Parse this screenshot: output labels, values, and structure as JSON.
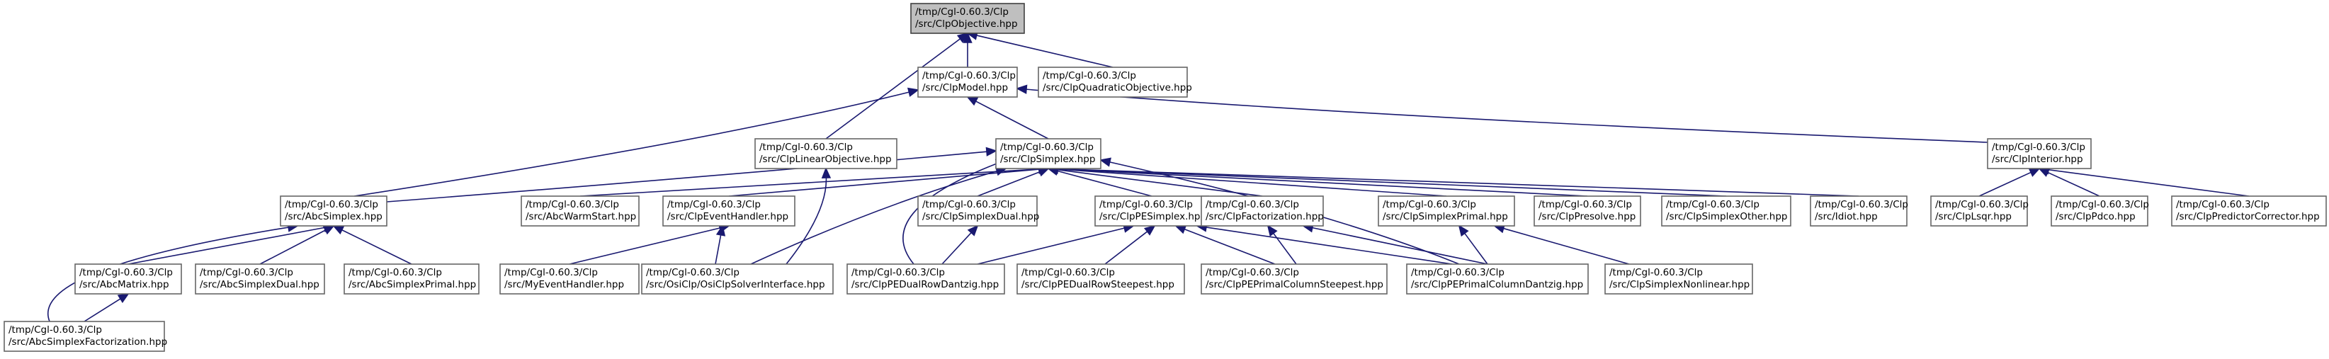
{
  "graph": {
    "title": "",
    "colors": {
      "edge": "#191970",
      "node_border": "#666666",
      "root_fill": "#bfbfbf",
      "node_fill": "#ffffff"
    },
    "nodes": [
      {
        "id": "clpobjective",
        "lines": [
          "/tmp/Cgl-0.60.3/Clp",
          "/src/ClpObjective.hpp"
        ],
        "root": true
      },
      {
        "id": "clpmodel",
        "lines": [
          "/tmp/Cgl-0.60.3/Clp",
          "/src/ClpModel.hpp"
        ]
      },
      {
        "id": "clpquadraticobjective",
        "lines": [
          "/tmp/Cgl-0.60.3/Clp",
          "/src/ClpQuadraticObjective.hpp"
        ]
      },
      {
        "id": "clplinearobjective",
        "lines": [
          "/tmp/Cgl-0.60.3/Clp",
          "/src/ClpLinearObjective.hpp"
        ]
      },
      {
        "id": "clpsimplex",
        "lines": [
          "/tmp/Cgl-0.60.3/Clp",
          "/src/ClpSimplex.hpp"
        ]
      },
      {
        "id": "clpinterior",
        "lines": [
          "/tmp/Cgl-0.60.3/Clp",
          "/src/ClpInterior.hpp"
        ]
      },
      {
        "id": "abcsimplex",
        "lines": [
          "/tmp/Cgl-0.60.3/Clp",
          "/src/AbcSimplex.hpp"
        ]
      },
      {
        "id": "abcwarmstart",
        "lines": [
          "/tmp/Cgl-0.60.3/Clp",
          "/src/AbcWarmStart.hpp"
        ]
      },
      {
        "id": "clpeventhandler",
        "lines": [
          "/tmp/Cgl-0.60.3/Clp",
          "/src/ClpEventHandler.hpp"
        ]
      },
      {
        "id": "clpsimplexdual",
        "lines": [
          "/tmp/Cgl-0.60.3/Clp",
          "/src/ClpSimplexDual.hpp"
        ]
      },
      {
        "id": "clppesimplex",
        "lines": [
          "/tmp/Cgl-0.60.3/Clp",
          "/src/ClpPESimplex.hpp"
        ]
      },
      {
        "id": "clpfactorization",
        "lines": [
          "/tmp/Cgl-0.60.3/Clp",
          "/src/ClpFactorization.hpp"
        ]
      },
      {
        "id": "clpsimplexprimal",
        "lines": [
          "/tmp/Cgl-0.60.3/Clp",
          "/src/ClpSimplexPrimal.hpp"
        ]
      },
      {
        "id": "clppresolve",
        "lines": [
          "/tmp/Cgl-0.60.3/Clp",
          "/src/ClpPresolve.hpp"
        ]
      },
      {
        "id": "clpsimplexother",
        "lines": [
          "/tmp/Cgl-0.60.3/Clp",
          "/src/ClpSimplexOther.hpp"
        ]
      },
      {
        "id": "idiot",
        "lines": [
          "/tmp/Cgl-0.60.3/Clp",
          "/src/Idiot.hpp"
        ]
      },
      {
        "id": "clplsqr",
        "lines": [
          "/tmp/Cgl-0.60.3/Clp",
          "/src/ClpLsqr.hpp"
        ]
      },
      {
        "id": "clppdco",
        "lines": [
          "/tmp/Cgl-0.60.3/Clp",
          "/src/ClpPdco.hpp"
        ]
      },
      {
        "id": "clppredictorcorrector",
        "lines": [
          "/tmp/Cgl-0.60.3/Clp",
          "/src/ClpPredictorCorrector.hpp"
        ]
      },
      {
        "id": "abcmatrix",
        "lines": [
          "/tmp/Cgl-0.60.3/Clp",
          "/src/AbcMatrix.hpp"
        ]
      },
      {
        "id": "abcsimplexdual",
        "lines": [
          "/tmp/Cgl-0.60.3/Clp",
          "/src/AbcSimplexDual.hpp"
        ]
      },
      {
        "id": "abcsimplexprimal",
        "lines": [
          "/tmp/Cgl-0.60.3/Clp",
          "/src/AbcSimplexPrimal.hpp"
        ]
      },
      {
        "id": "myeventhandler",
        "lines": [
          "/tmp/Cgl-0.60.3/Clp",
          "/src/MyEventHandler.hpp"
        ]
      },
      {
        "id": "osiclpsolverinterface",
        "lines": [
          "/tmp/Cgl-0.60.3/Clp",
          "/src/OsiClp/OsiClpSolverInterface.hpp"
        ]
      },
      {
        "id": "clpdedualrowdantzig",
        "lines": [
          "/tmp/Cgl-0.60.3/Clp",
          "/src/ClpPEDualRowDantzig.hpp"
        ]
      },
      {
        "id": "clpdedualrowsteepest",
        "lines": [
          "/tmp/Cgl-0.60.3/Clp",
          "/src/ClpPEDualRowSteepest.hpp"
        ]
      },
      {
        "id": "clpeprimalcolumnsteepest",
        "lines": [
          "/tmp/Cgl-0.60.3/Clp",
          "/src/ClpPEPrimalColumnSteepest.hpp"
        ]
      },
      {
        "id": "clpeprimalcolumndantzig",
        "lines": [
          "/tmp/Cgl-0.60.3/Clp",
          "/src/ClpPEPrimalColumnDantzig.hpp"
        ]
      },
      {
        "id": "clpsimplexnonlinear",
        "lines": [
          "/tmp/Cgl-0.60.3/Clp",
          "/src/ClpSimplexNonlinear.hpp"
        ]
      },
      {
        "id": "abcsimplexfactorization",
        "lines": [
          "/tmp/Cgl-0.60.3/Clp",
          "/src/AbcSimplexFactorization.hpp"
        ]
      }
    ],
    "edges": [
      [
        "clpmodel",
        "clpobjective"
      ],
      [
        "clpquadraticobjective",
        "clpobjective"
      ],
      [
        "clplinearobjective",
        "clpobjective"
      ],
      [
        "clpsimplex",
        "clpmodel"
      ],
      [
        "clpinterior",
        "clpmodel"
      ],
      [
        "abcsimplex",
        "clpmodel"
      ],
      [
        "osiclpsolverinterface",
        "clplinearobjective"
      ],
      [
        "abcsimplex",
        "clpsimplex"
      ],
      [
        "abcwarmstart",
        "clpsimplex"
      ],
      [
        "clpeventhandler",
        "clpsimplex"
      ],
      [
        "clpsimplexdual",
        "clpsimplex"
      ],
      [
        "clppesimplex",
        "clpsimplex"
      ],
      [
        "clpfactorization",
        "clpsimplex"
      ],
      [
        "clpsimplexprimal",
        "clpsimplex"
      ],
      [
        "clppresolve",
        "clpsimplex"
      ],
      [
        "clpsimplexother",
        "clpsimplex"
      ],
      [
        "idiot",
        "clpsimplex"
      ],
      [
        "osiclpsolverinterface",
        "clpsimplex"
      ],
      [
        "clpdedualrowdantzig",
        "clpsimplex"
      ],
      [
        "clpeprimalcolumndantzig",
        "clpsimplex"
      ],
      [
        "clplsqr",
        "clpinterior"
      ],
      [
        "clppdco",
        "clpinterior"
      ],
      [
        "clppredictorcorrector",
        "clpinterior"
      ],
      [
        "abcmatrix",
        "abcsimplex"
      ],
      [
        "abcsimplexdual",
        "abcsimplex"
      ],
      [
        "abcsimplexprimal",
        "abcsimplex"
      ],
      [
        "abcsimplexfactorization",
        "abcsimplex"
      ],
      [
        "abcsimplexfactorization",
        "abcmatrix"
      ],
      [
        "myeventhandler",
        "clpeventhandler"
      ],
      [
        "osiclpsolverinterface",
        "clpeventhandler"
      ],
      [
        "clpdedualrowdantzig",
        "clpsimplexdual"
      ],
      [
        "clpdedualrowdantzig",
        "clppesimplex"
      ],
      [
        "clpdedualrowsteepest",
        "clppesimplex"
      ],
      [
        "clpeprimalcolumnsteepest",
        "clppesimplex"
      ],
      [
        "clpeprimalcolumndantzig",
        "clppesimplex"
      ],
      [
        "clpeprimalcolumnsteepest",
        "clpfactorization"
      ],
      [
        "clpeprimalcolumndantzig",
        "clpfactorization"
      ],
      [
        "clpeprimalcolumndantzig",
        "clpsimplexprimal"
      ],
      [
        "clpsimplexnonlinear",
        "clpsimplexprimal"
      ]
    ]
  }
}
